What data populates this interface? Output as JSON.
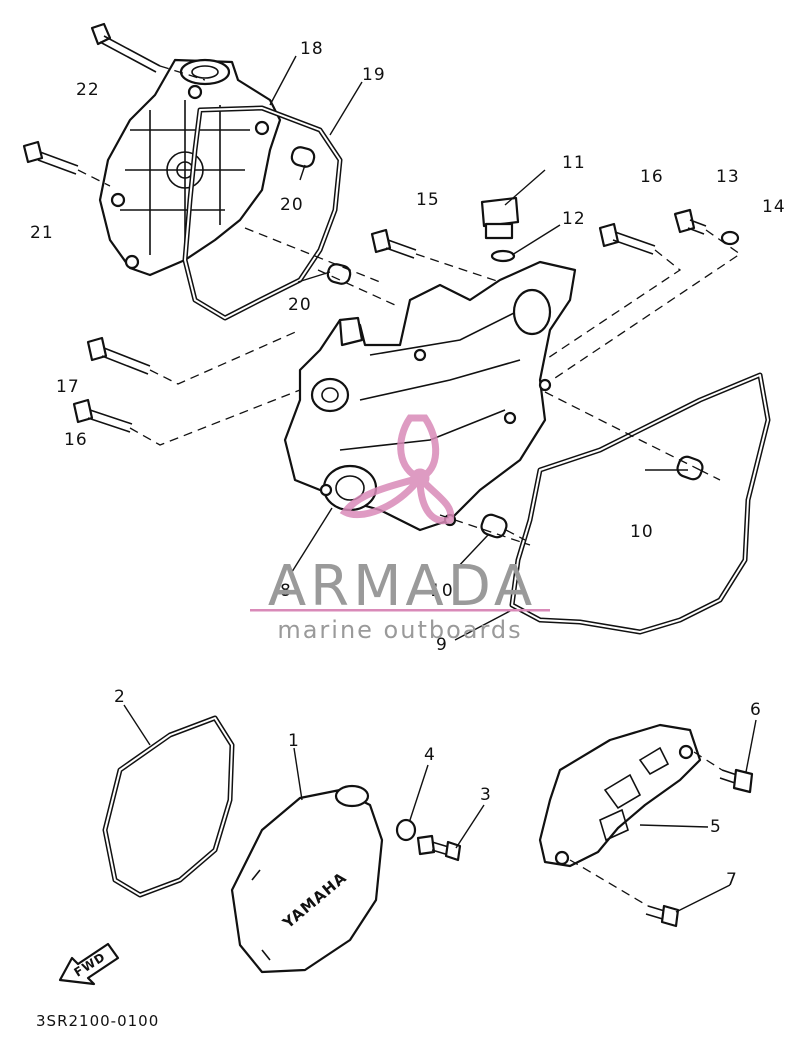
{
  "callouts": {
    "c1": "1",
    "c2": "2",
    "c3": "3",
    "c4": "4",
    "c5": "5",
    "c6": "6",
    "c7": "7",
    "c8": "8",
    "c9": "9",
    "c10a": "10",
    "c10b": "10",
    "c11": "11",
    "c12": "12",
    "c13": "13",
    "c14": "14",
    "c15": "15",
    "c16a": "16",
    "c16b": "16",
    "c17": "17",
    "c18": "18",
    "c19": "19",
    "c20a": "20",
    "c20b": "20",
    "c21": "21",
    "c22": "22"
  },
  "cover_brand": "YAMAHA",
  "fwd_label": "FWD",
  "diagram_code": "3SR2100-0100",
  "watermark": {
    "brand": "ARMADA",
    "tagline": "marine outboards",
    "color": "#d98ab8"
  }
}
